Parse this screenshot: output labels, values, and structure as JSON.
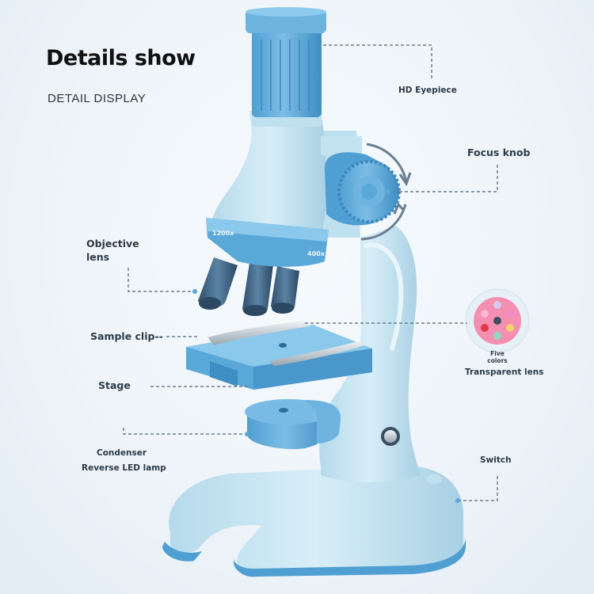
{
  "header": {
    "title": "Details show",
    "subtitle": "DETAIL DISPLAY"
  },
  "callouts": {
    "eyepiece": "HD Eyepiece",
    "focus_knob": "Focus knob",
    "objective_line1": "Objective",
    "objective_line2": "lens",
    "sample_clip": "Sample clip--",
    "stage": "Stage",
    "condenser": "Condenser",
    "reverse_led": "Reverse LED lamp",
    "five_colors_line1": "Five",
    "five_colors_line2": "colors",
    "transparent_lens": "Transparent lens",
    "switch": "Switch"
  },
  "microscope": {
    "magnification_high": "1200x",
    "magnification_low": "400x"
  },
  "colors": {
    "body_light": "#cfe7f3",
    "body_mid": "#a9d3e8",
    "accent_blue": "#5aa8d8",
    "accent_dark": "#3e8ec4",
    "lens_dark": "#3c5f7d",
    "leader_line": "#6d7f8e"
  }
}
